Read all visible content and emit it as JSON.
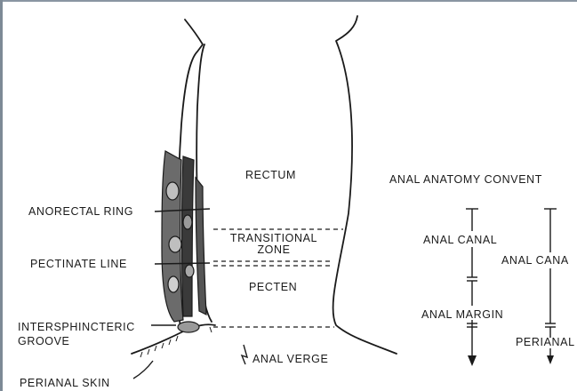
{
  "diagram": {
    "labels": {
      "rectum": "RECTUM",
      "transitional_zone_line1": "TRANSITIONAL",
      "transitional_zone_line2": "ZONE",
      "pecten": "PECTEN",
      "anal_verge": "ANAL VERGE",
      "anorectal_ring": "ANORECTAL RING",
      "pectinate_line": "PECTINATE LINE",
      "intersphincteric_groove_line1": "INTERSPHINCTERIC",
      "intersphincteric_groove_line2": "GROOVE",
      "perianal_skin": "PERIANAL SKIN"
    },
    "conventions": {
      "heading": "ANAL ANATOMY CONVENT",
      "anal_canal_left": "ANAL CANAL",
      "anal_margin": "ANAL MARGIN",
      "anal_canal_right": "ANAL CANA",
      "perianal_right": "PERIANAL"
    },
    "colors": {
      "ink": "#1a1a1a",
      "border": "#7d8a96"
    }
  }
}
